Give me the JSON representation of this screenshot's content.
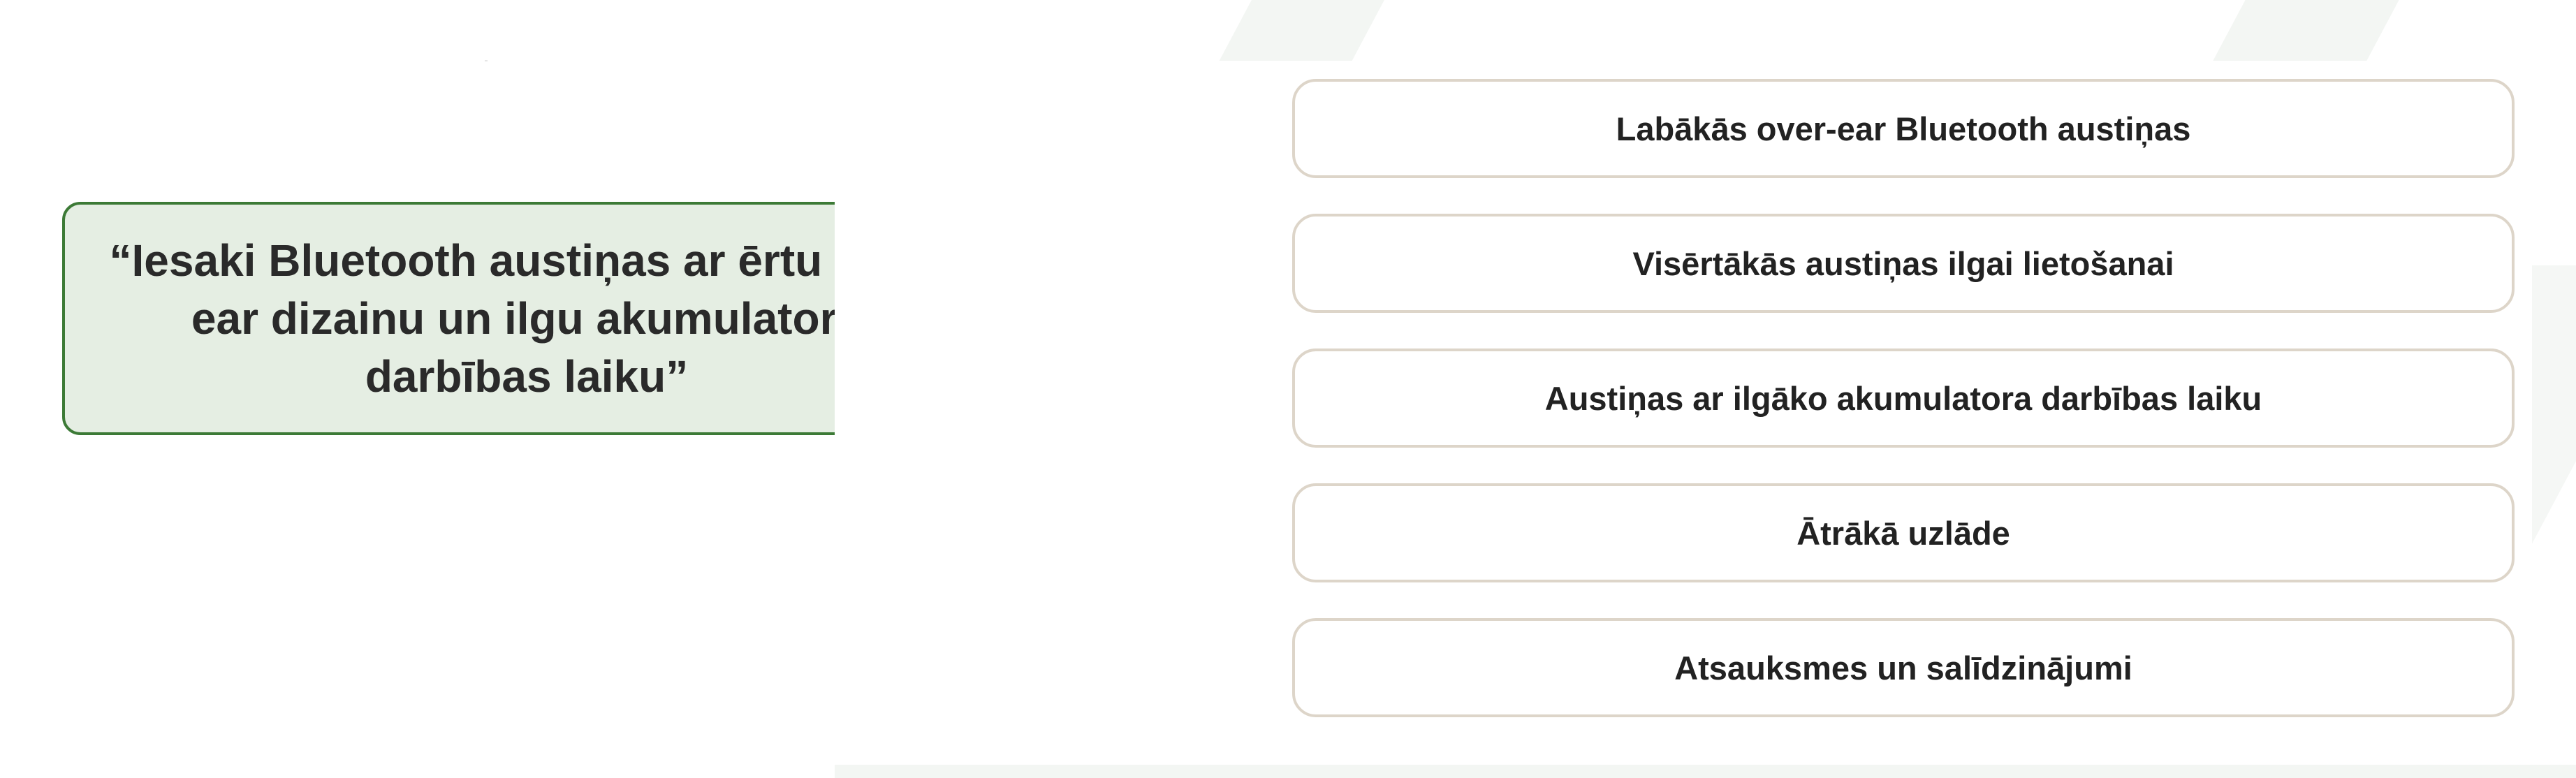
{
  "query": {
    "text": "“Iesaki Bluetooth austiņas ar ērtu over-ear dizainu un ilgu akumulatora darbības laiku”"
  },
  "results": [
    {
      "label": "Labākās over-ear Bluetooth austiņas"
    },
    {
      "label": "Visērtākās austiņas ilgai lietošanai"
    },
    {
      "label": "Austiņas ar ilgāko akumulatora darbības laiku"
    },
    {
      "label": "Ātrākā uzlāde"
    },
    {
      "label": "Atsauksmes un salīdzinājumi"
    }
  ],
  "colors": {
    "query_border": "#3c7a36",
    "query_fill": "#e5eee3",
    "arrow": "#2f6e2a",
    "result_border": "#ddd5c9"
  },
  "icons": {
    "flow_arrow": "arrow-right-icon"
  }
}
